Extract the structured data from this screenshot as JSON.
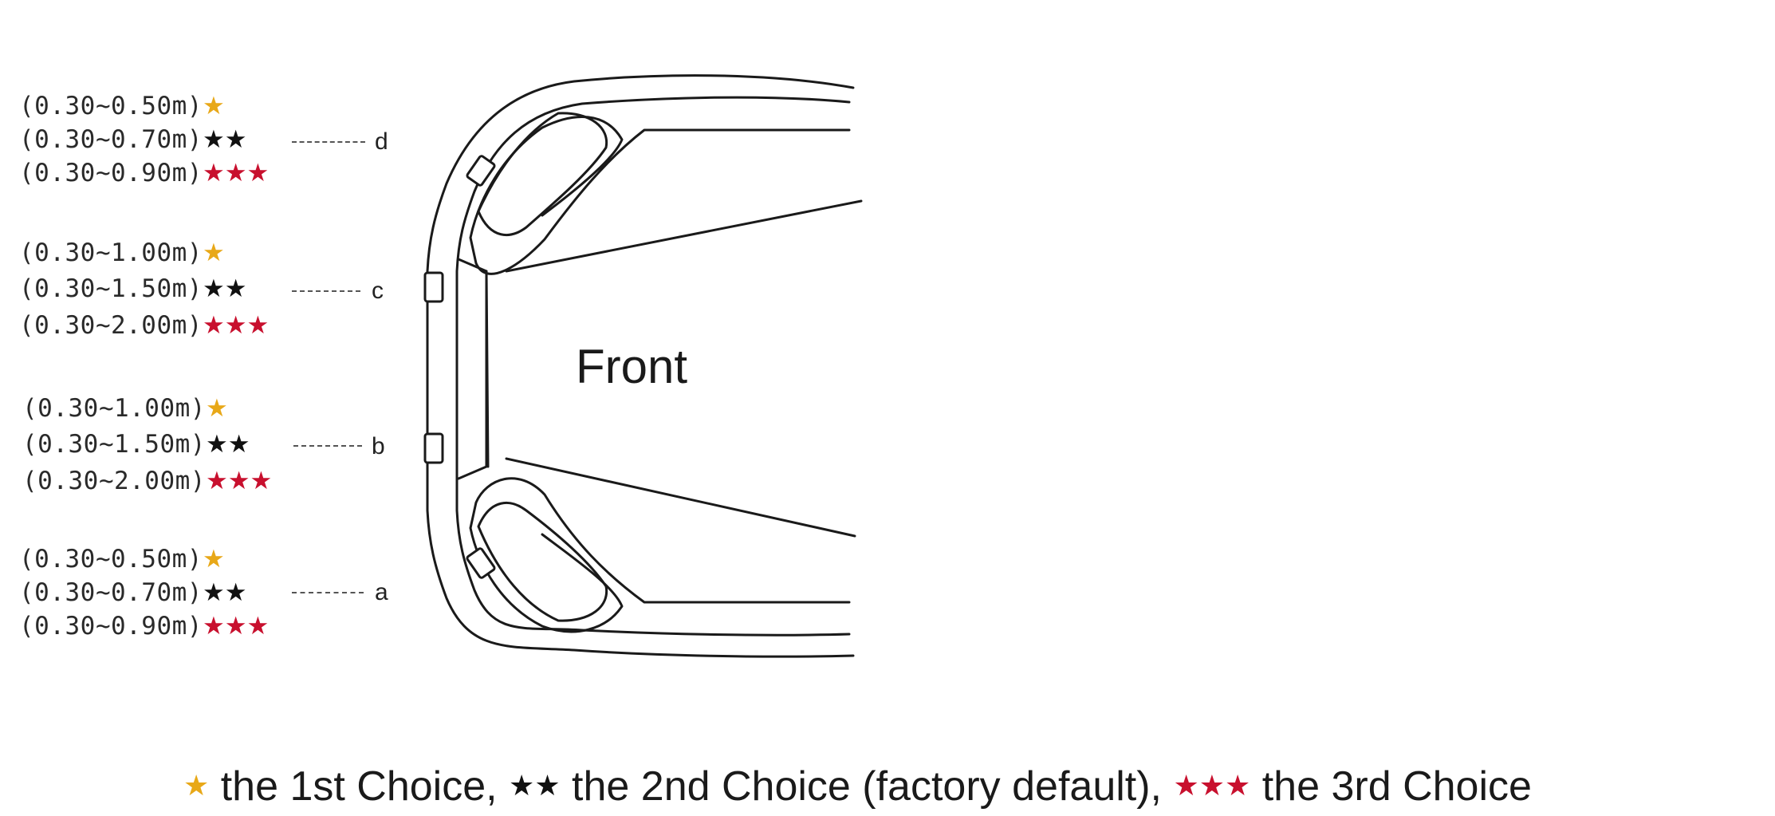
{
  "diagram": {
    "front_label": "Front",
    "groups": [
      {
        "sensor": "d",
        "ranges": [
          {
            "text": "(0.30∼0.50m)",
            "stars": "★",
            "level": 1
          },
          {
            "text": "(0.30∼0.70m)",
            "stars": "★★",
            "level": 2
          },
          {
            "text": "(0.30∼0.90m)",
            "stars": "★★★",
            "level": 3
          }
        ]
      },
      {
        "sensor": "c",
        "ranges": [
          {
            "text": "(0.30∼1.00m)",
            "stars": "★",
            "level": 1
          },
          {
            "text": "(0.30∼1.50m)",
            "stars": "★★",
            "level": 2
          },
          {
            "text": "(0.30∼2.00m)",
            "stars": "★★★",
            "level": 3
          }
        ]
      },
      {
        "sensor": "b",
        "ranges": [
          {
            "text": "(0.30∼1.00m)",
            "stars": "★",
            "level": 1
          },
          {
            "text": "(0.30∼1.50m)",
            "stars": "★★",
            "level": 2
          },
          {
            "text": "(0.30∼2.00m)",
            "stars": "★★★",
            "level": 3
          }
        ]
      },
      {
        "sensor": "a",
        "ranges": [
          {
            "text": "(0.30∼0.50m)",
            "stars": "★",
            "level": 1
          },
          {
            "text": "(0.30∼0.70m)",
            "stars": "★★",
            "level": 2
          },
          {
            "text": "(0.30∼0.90m)",
            "stars": "★★★",
            "level": 3
          }
        ]
      }
    ]
  },
  "legend": {
    "star1": "★",
    "text1": " the 1st Choice, ",
    "star2": "★★",
    "text2": " the 2nd Choice (factory default), ",
    "star3": "★★★",
    "text3": " the 3rd Choice"
  },
  "colors": {
    "first_choice": "#e8a818",
    "second_choice": "#111111",
    "third_choice": "#c8102e"
  }
}
